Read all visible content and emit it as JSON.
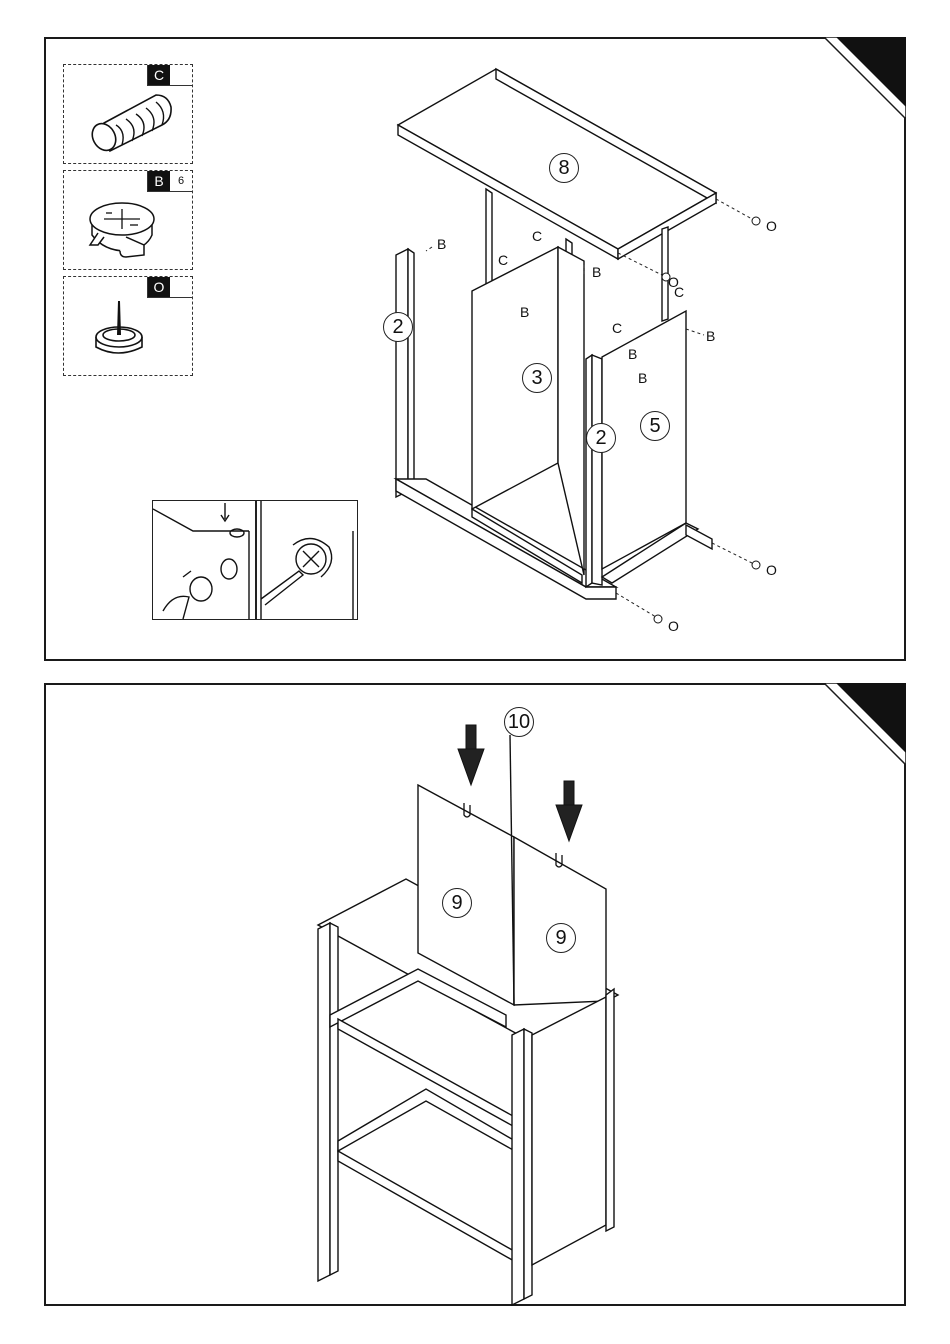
{
  "hardware": [
    {
      "letter": "C",
      "qty": "",
      "icon": "wooden-dowel-icon"
    },
    {
      "letter": "B",
      "qty": "6",
      "icon": "cam-lock-icon"
    },
    {
      "letter": "O",
      "qty": "",
      "icon": "glide-nail-icon"
    }
  ],
  "step1": {
    "parts": {
      "top": "8",
      "side_left": "2",
      "divider": "3",
      "side_right": "2",
      "door": "5"
    },
    "callouts": {
      "b": "B",
      "c": "C",
      "o": "O"
    }
  },
  "step2": {
    "parts": {
      "panel_left": "9",
      "panel_right": "9",
      "spline": "10"
    }
  },
  "colors": {
    "line": "#1a1a1a",
    "corner": "#111111",
    "fill": "#ffffff"
  }
}
